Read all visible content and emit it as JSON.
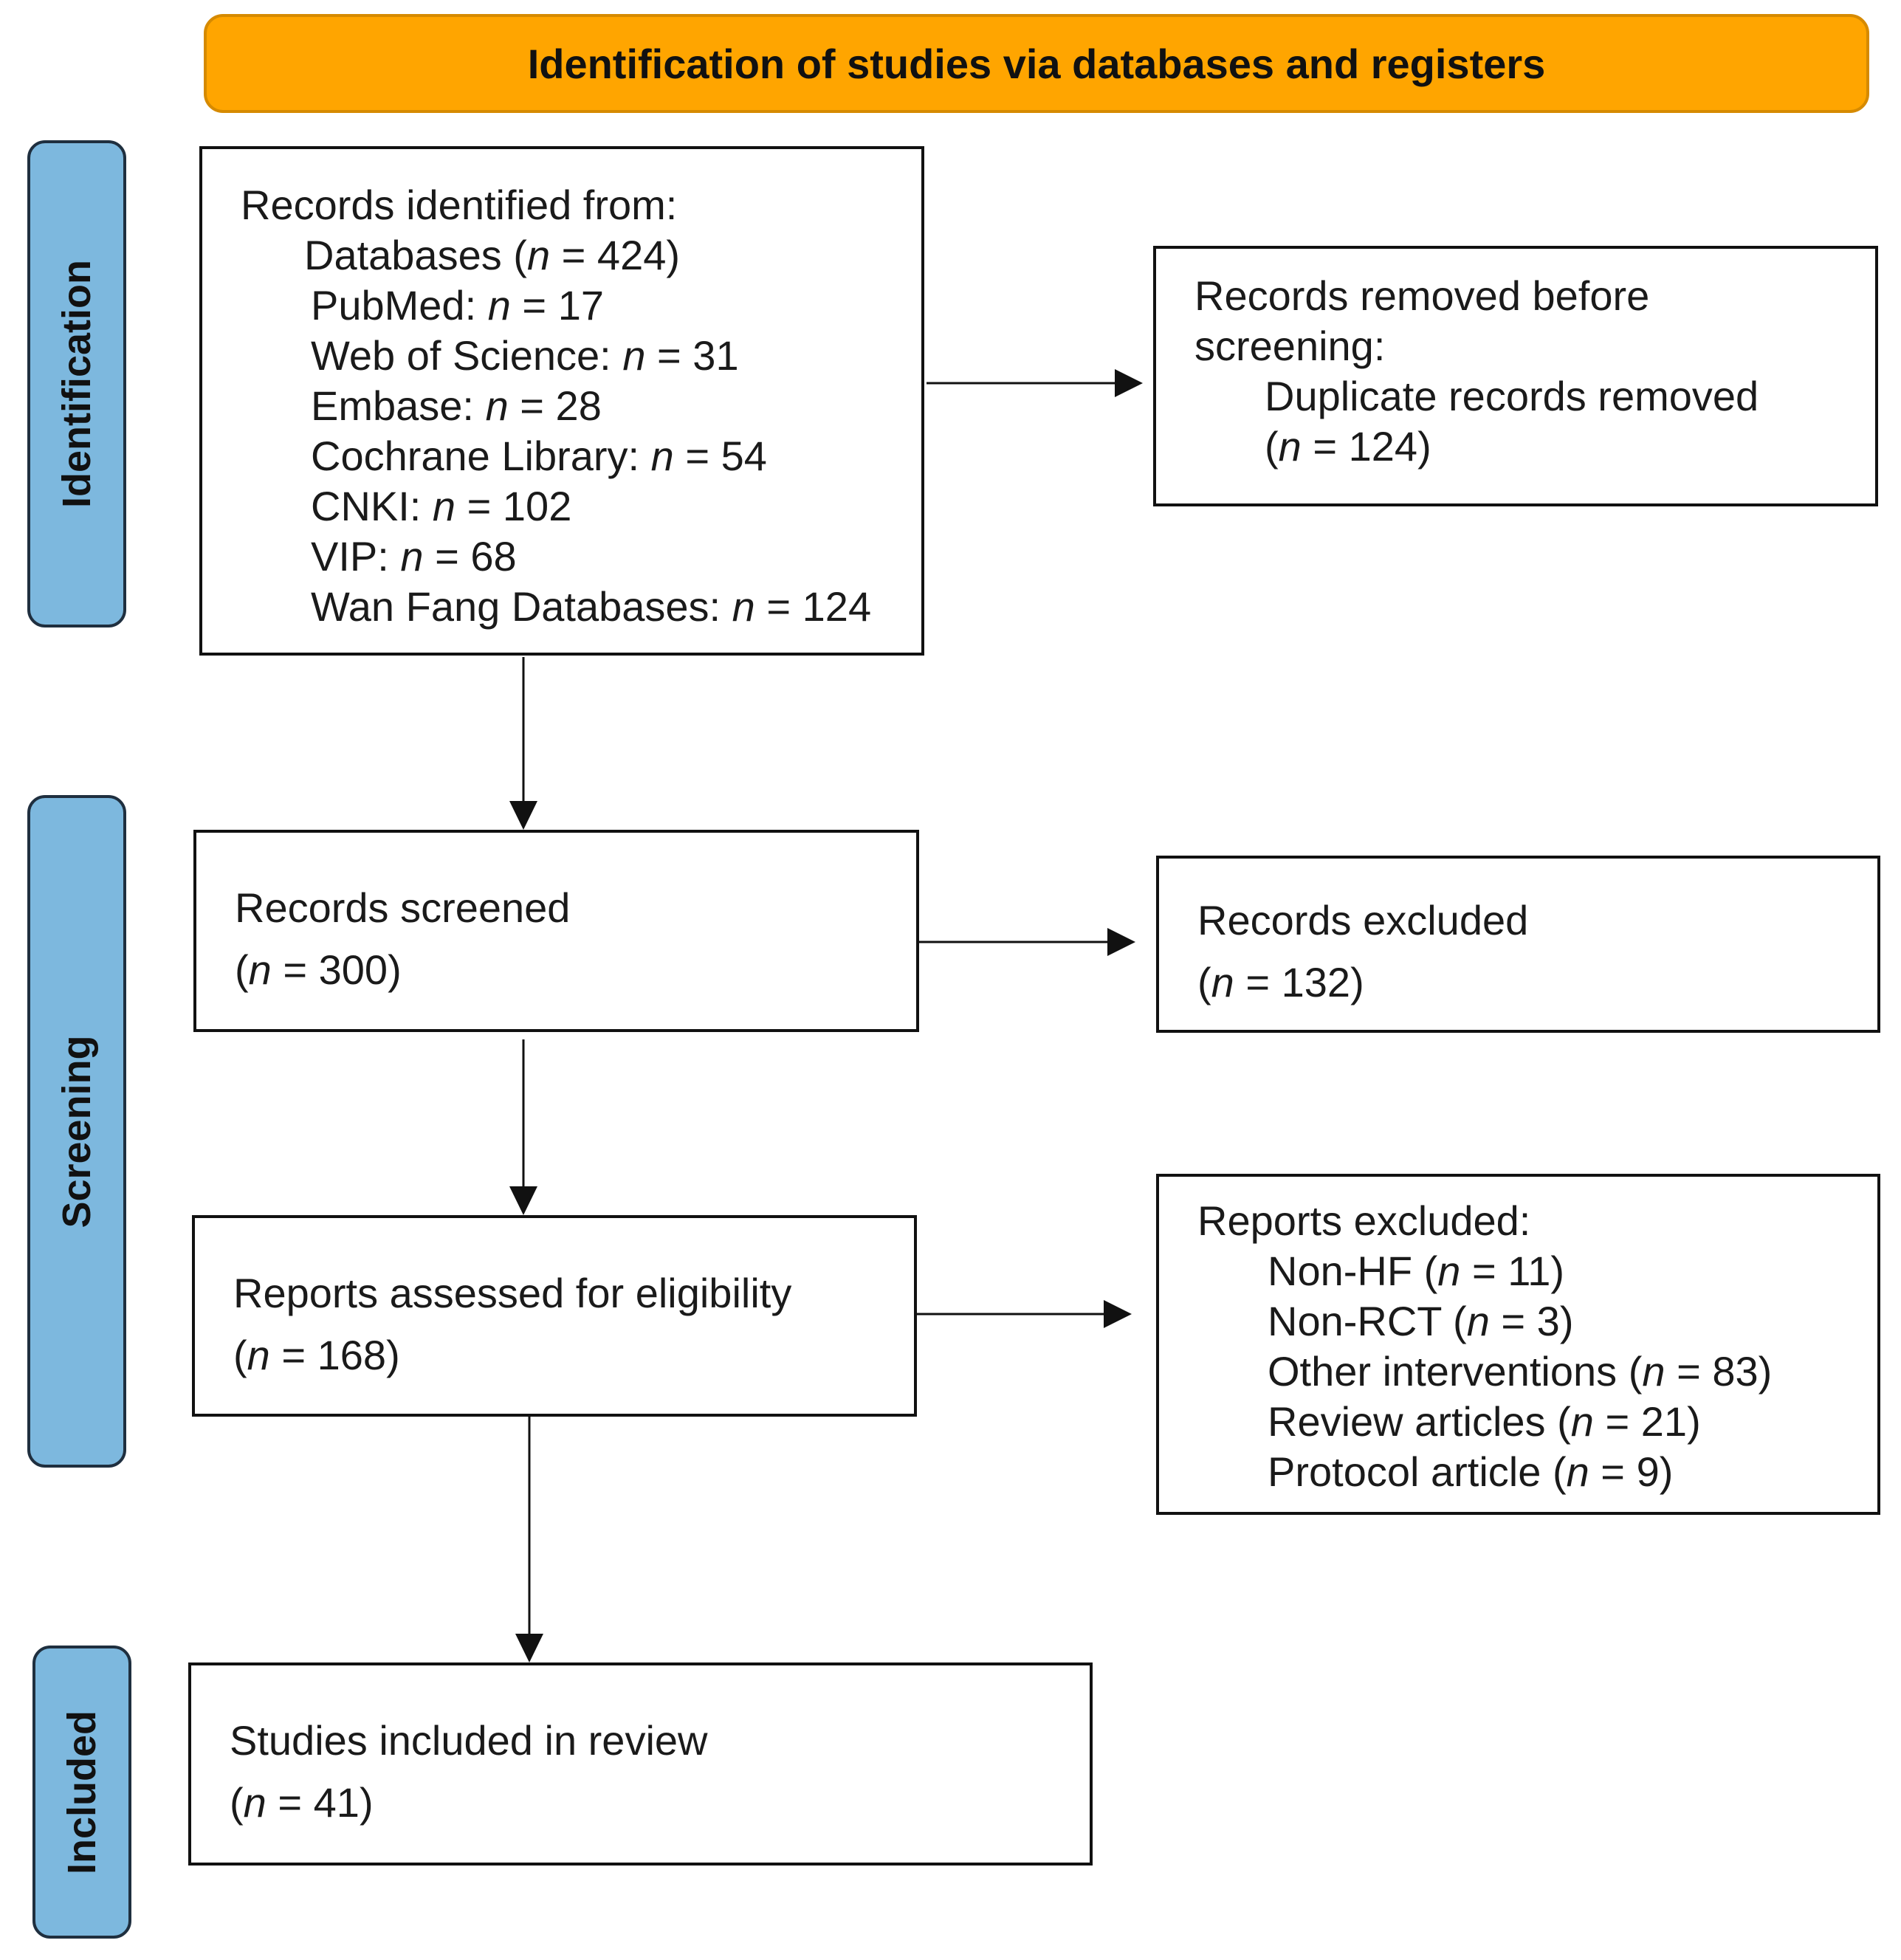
{
  "header": {
    "title": "Identification of studies via databases and registers"
  },
  "phases": {
    "identification": "Identification",
    "screening": "Screening",
    "included": "Included"
  },
  "identified": {
    "title": "Records identified from:",
    "databases_label": "Databases (",
    "databases_value": "424",
    "sources": [
      {
        "name": "PubMed:",
        "value": "17"
      },
      {
        "name": "Web of Science:",
        "value": "31"
      },
      {
        "name": "Embase:",
        "value": "28"
      },
      {
        "name": "Cochrane Library:",
        "value": "54"
      },
      {
        "name": "CNKI:",
        "value": "102"
      },
      {
        "name": "VIP:",
        "value": "68"
      },
      {
        "name": "Wan Fang Databases:",
        "value": "124"
      }
    ]
  },
  "removed": {
    "title_line1": "Records removed before",
    "title_line2": "screening:",
    "item": "Duplicate records removed",
    "value": "124"
  },
  "screened": {
    "title": "Records screened",
    "value": "300"
  },
  "records_excluded": {
    "title": "Records excluded",
    "value": "132"
  },
  "assessed": {
    "title": "Reports assessed for eligibility",
    "value": "168"
  },
  "reports_excluded": {
    "title": "Reports excluded:",
    "reasons": [
      {
        "name": "Non-HF",
        "value": "11"
      },
      {
        "name": "Non-RCT",
        "value": "3"
      },
      {
        "name": "Other interventions",
        "value": "83"
      },
      {
        "name": "Review articles",
        "value": "21"
      },
      {
        "name": "Protocol article",
        "value": "9"
      }
    ]
  },
  "included": {
    "title": "Studies included in review",
    "value": "41"
  },
  "symbols": {
    "n": "n",
    "eq": " = ",
    "open": "(",
    "close": ")"
  }
}
